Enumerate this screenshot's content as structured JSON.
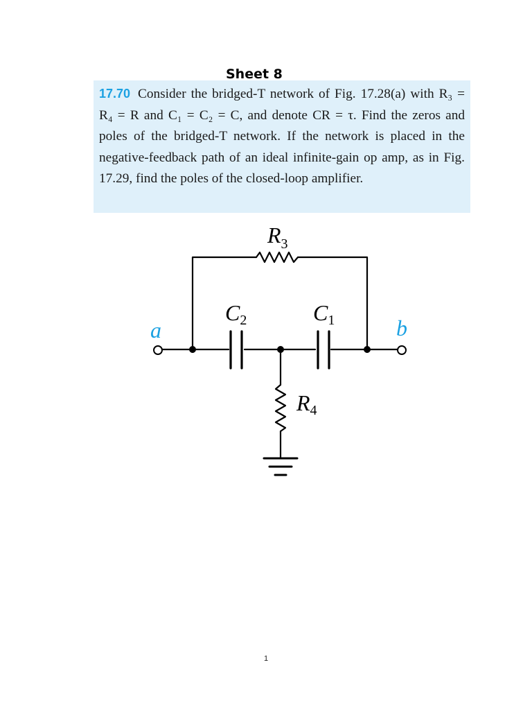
{
  "document": {
    "title": "Sheet 8",
    "page_number": "1"
  },
  "problem": {
    "number": "17.70",
    "text": "Consider the bridged-T network of Fig. 17.28(a) with R₃ = R₄ = R and C₁ = C₂ = C, and denote CR = τ. Find the zeros and poles of the bridged-T network. If the network is placed in the negative-feedback path of an ideal infinite-gain op amp, as in Fig. 17.29, find the poles of the closed-loop amplifier."
  },
  "circuit": {
    "labels": {
      "r3": "R",
      "r3_sub": "3",
      "r4": "R",
      "r4_sub": "4",
      "c2": "C",
      "c2_sub": "2",
      "c1": "C",
      "c1_sub": "1",
      "node_a": "a",
      "node_b": "b"
    },
    "colors": {
      "terminal_label": "#1ba1e2",
      "wire": "#000000"
    }
  }
}
